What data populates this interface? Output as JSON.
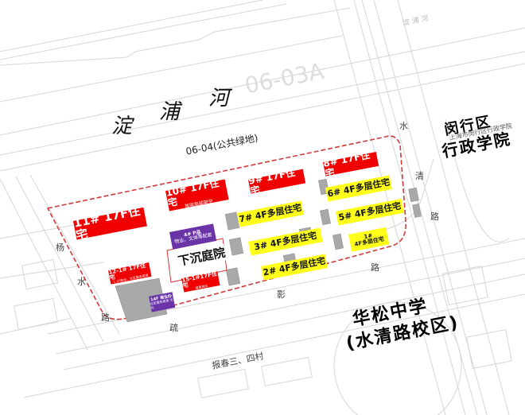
{
  "map": {
    "river": {
      "label": "淀 浦 河",
      "chars": [
        "淀",
        "浦",
        "河"
      ]
    },
    "river_small": "淀 浦 河",
    "plot_code": "06-03A",
    "green_land": "06-04(公共绿地)",
    "institutions": {
      "admin_college": {
        "line1": "闵行区",
        "line2": "行政学院",
        "small": "上海市闵行区行政学院"
      },
      "school": {
        "line1": "华松中学",
        "line2": "(水清路校区)"
      }
    },
    "roads": {
      "shuiqing_road_east": [
        "水",
        "清",
        "路"
      ],
      "yangshui_road_west": [
        "杨",
        "水",
        "路"
      ],
      "south_road": [
        "影",
        "路",
        "疏"
      ]
    },
    "village": "报春三、四村",
    "sunken_courtyard": "下沉庭院"
  },
  "buildings": [
    {
      "id": "b11",
      "label": "11# 17F住宅",
      "sub": "",
      "type": "high-rise",
      "color": "#f00000"
    },
    {
      "id": "b10",
      "label": "10# 17F住宅",
      "sub": "首层局部架空",
      "type": "high-rise",
      "color": "#f00000"
    },
    {
      "id": "b9",
      "label": "9# 17F住宅",
      "sub": "",
      "type": "high-rise",
      "color": "#f00000"
    },
    {
      "id": "b8",
      "label": "8# 17F住宅",
      "sub": "",
      "type": "high-rise",
      "color": "#f00000"
    },
    {
      "id": "b6",
      "label": "6# 4F多层住宅",
      "sub": "",
      "type": "mid-rise",
      "color": "#ffff1a"
    },
    {
      "id": "b7",
      "label": "7# 4F多层住宅",
      "sub": "",
      "type": "mid-rise",
      "color": "#ffff1a"
    },
    {
      "id": "b5",
      "label": "5# 4F多层住宅",
      "sub": "",
      "type": "mid-rise",
      "color": "#ffff1a"
    },
    {
      "id": "b3",
      "label": "3# 4F多层住宅",
      "sub": "",
      "type": "mid-rise",
      "color": "#ffff1a"
    },
    {
      "id": "b1",
      "label": "1#",
      "sub": "4F多层住宅",
      "type": "mid-rise",
      "color": "#ffff1a"
    },
    {
      "id": "b2",
      "label": "2# 4F多层住宅",
      "sub": "",
      "type": "mid-rise",
      "color": "#ffff1a"
    },
    {
      "id": "b4p",
      "label": "4# P品",
      "sub": "物业、文体等配套",
      "type": "amenity",
      "color": "#6a34a8"
    },
    {
      "id": "b12",
      "label": "12-1# 17F住宅",
      "sub": "1-2F商业、社区服务用房",
      "type": "high-rise",
      "color": "#f00000"
    },
    {
      "id": "b15",
      "label": "15-1#17F住宅",
      "sub": "首层商业",
      "type": "high-rise",
      "color": "#f00000"
    },
    {
      "id": "b14",
      "label": "14F 商业办",
      "sub": "社区服务用房 文化",
      "type": "amenity",
      "color": "#6a34a8"
    }
  ],
  "colors": {
    "high_rise": "#f00000",
    "mid_rise": "#ffff1a",
    "amenity": "#6a34a8",
    "boundary": "#d23a3a",
    "linework": "#c8c8c8"
  }
}
